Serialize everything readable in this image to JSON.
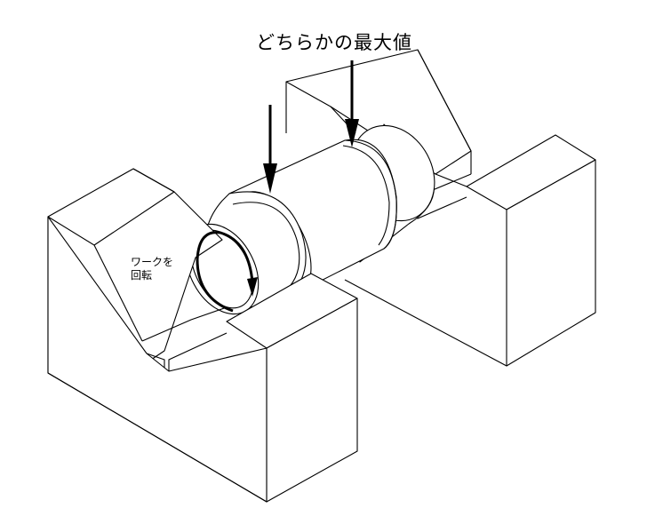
{
  "labels": {
    "max_value": "どちらかの最大値",
    "rotate_line1": "ワークを",
    "rotate_line2": "回転"
  },
  "colors": {
    "line": "#000000",
    "background": "#ffffff"
  },
  "icons": {
    "indicator_arrows": "down-arrow-icon",
    "rotation_arrow": "rotation-arrow-icon"
  }
}
